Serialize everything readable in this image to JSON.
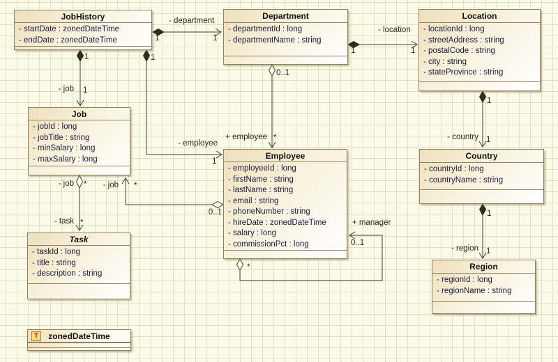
{
  "classes": {
    "jobHistory": {
      "name": "JobHistory",
      "attributes": [
        "- startDate : zonedDateTime",
        "- endDate : zonedDateTime"
      ]
    },
    "department": {
      "name": "Department",
      "attributes": [
        "- departmentId : long",
        "- departmentName : string"
      ]
    },
    "location": {
      "name": "Location",
      "attributes": [
        "- locationId : long",
        "- streetAddress : string",
        "- postalCode : string",
        "- city : string",
        "- stateProvince : string"
      ]
    },
    "job": {
      "name": "Job",
      "attributes": [
        "- jobId : long",
        "- jobTitle : string",
        "- minSalary : long",
        "- maxSalary : long"
      ]
    },
    "employee": {
      "name": "Employee",
      "attributes": [
        "- employeeId : long",
        "- firstName : string",
        "- lastName : string",
        "- email : string",
        "- phoneNumber : string",
        "- hireDate : zonedDateTime",
        "- salary : long",
        "- commissionPct : long"
      ]
    },
    "country": {
      "name": "Country",
      "attributes": [
        "- countryId : long",
        "- countryName : string"
      ]
    },
    "region": {
      "name": "Region",
      "attributes": [
        "- regionId : long",
        "- regionName : string"
      ]
    },
    "task": {
      "name": "Task",
      "attributes": [
        "- taskId : long",
        "- title : string",
        "- description : string"
      ]
    },
    "zonedDateTime": {
      "name": "zonedDateTime",
      "icon_glyph": "T"
    }
  },
  "edges": {
    "jobhistory_department": {
      "label": "- department",
      "mult_source": "1",
      "mult_target": "1"
    },
    "department_location": {
      "label": "- location",
      "mult_source": "1",
      "mult_target": "1"
    },
    "jobhistory_job": {
      "label": "- job",
      "mult_source": "1",
      "mult_target": "1"
    },
    "jobhistory_employee": {
      "label": "- employee",
      "mult_source": "1",
      "mult_target": "1"
    },
    "department_employee": {
      "label": "+ employee",
      "mult_source": "0..1",
      "mult_target": "*"
    },
    "location_country": {
      "label": "- country",
      "mult_source": "1",
      "mult_target": "1"
    },
    "country_region": {
      "label": "- region",
      "mult_source": "1",
      "mult_target": "1"
    },
    "job_task": {
      "label_source": "- job",
      "mult_source": "*",
      "label_target": "- task",
      "mult_target": "*"
    },
    "employee_job": {
      "mult_source": "0..1",
      "label_target": "- job",
      "mult_target": "*"
    },
    "employee_manager": {
      "label": "+ manager",
      "mult_source": "*",
      "mult_target": "0..1"
    }
  },
  "colors": {
    "canvas_bg": "#fbfae7",
    "grid_line": "#dcded0",
    "class_fill_start": "#eedfbc",
    "class_fill_end": "#ffffff",
    "class_border": "#8f8060",
    "edge_line": "#473f2d",
    "attribute_text": "#1b1b3e",
    "datatype_icon_bg": "#fcd97c",
    "datatype_icon_letter": "#cc2020"
  }
}
